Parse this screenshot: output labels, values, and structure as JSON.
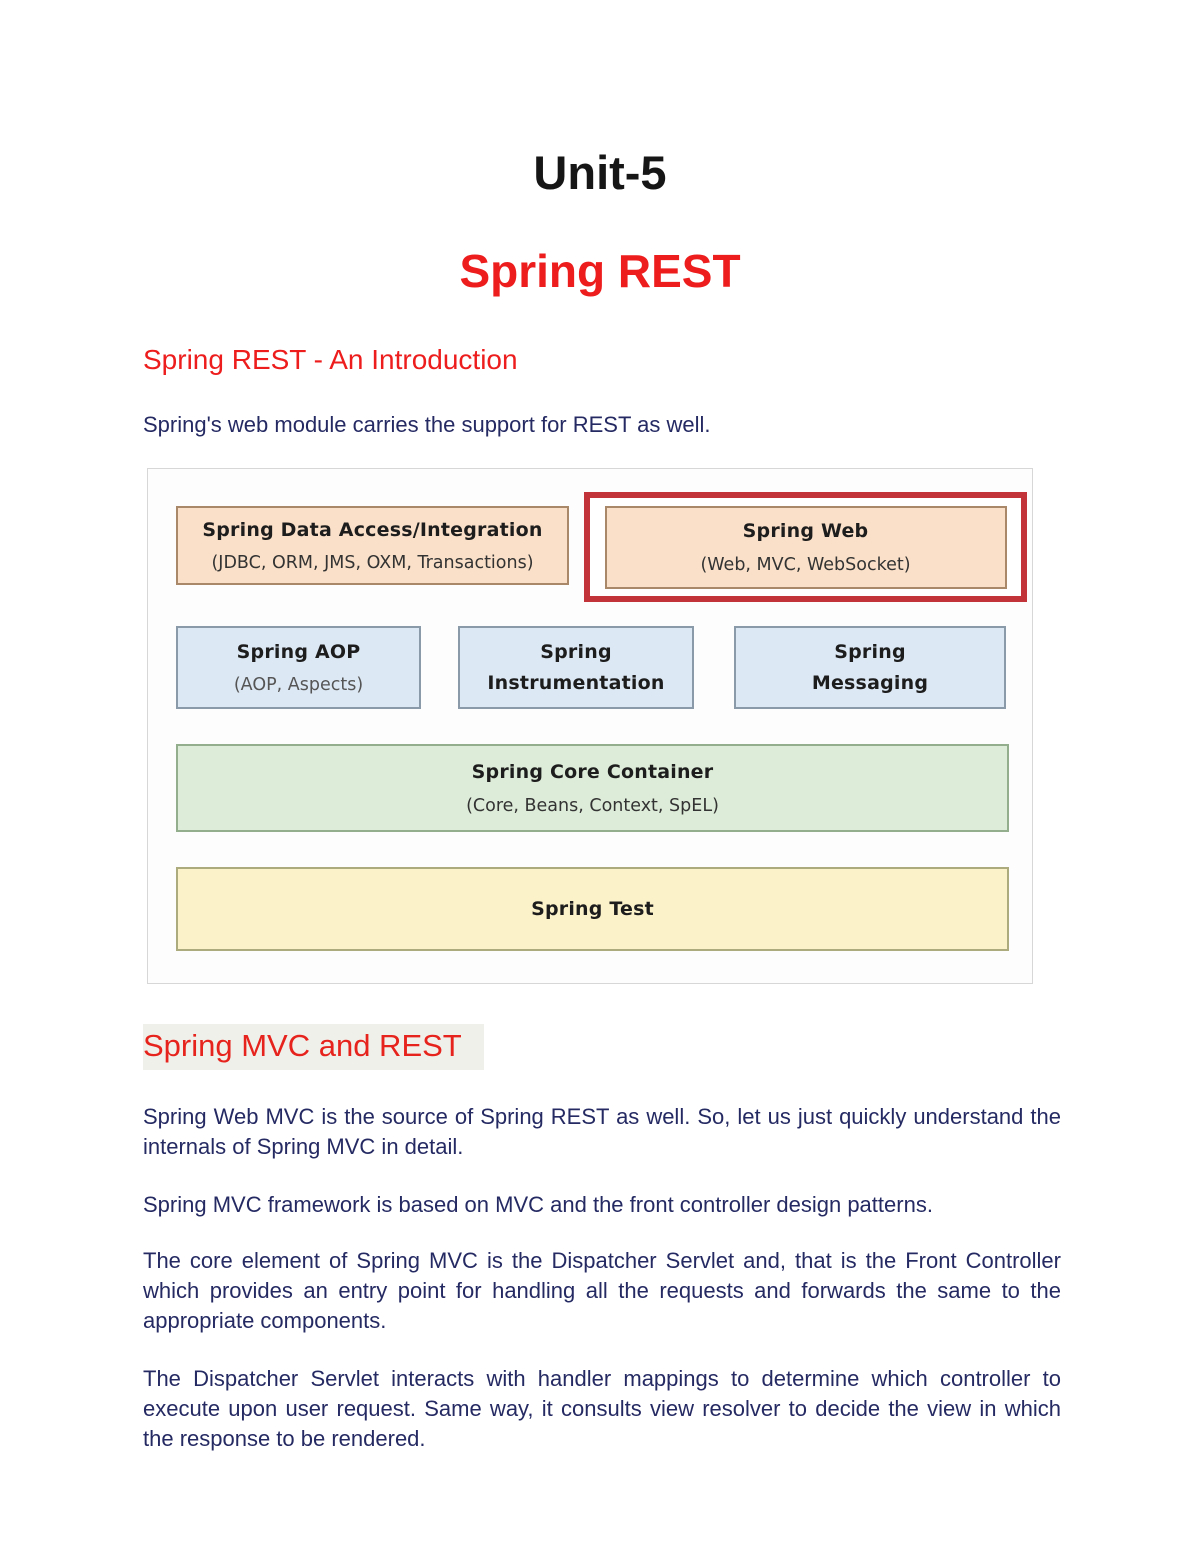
{
  "unit_title": "Unit-5",
  "main_title": "Spring REST",
  "intro_section": {
    "heading": "Spring REST - An Introduction",
    "paragraph": "Spring's web module carries the support for REST as well."
  },
  "diagram": {
    "data_access": {
      "title": "Spring Data Access/Integration",
      "subtitle": "(JDBC, ORM, JMS, OXM, Transactions)"
    },
    "web": {
      "title": "Spring Web",
      "subtitle": "(Web, MVC, WebSocket)"
    },
    "aop": {
      "title": "Spring AOP",
      "subtitle": "(AOP, Aspects)"
    },
    "instrumentation": {
      "line1": "Spring",
      "line2": "Instrumentation"
    },
    "messaging": {
      "line1": "Spring",
      "line2": "Messaging"
    },
    "core": {
      "title": "Spring Core Container",
      "subtitle": "(Core, Beans, Context, SpEL)"
    },
    "test": {
      "title": "Spring Test"
    }
  },
  "mvc_section": {
    "heading": "Spring MVC and REST",
    "paragraphs": [
      "Spring Web MVC is the source of Spring REST as well. So, let us just quickly understand the internals of Spring MVC in detail.",
      "Spring MVC framework is based on MVC and the front controller design patterns.",
      "The core element of Spring MVC is the Dispatcher Servlet and, that is the Front Controller which provides an entry point for handling all the requests and forwards the same to the appropriate components.",
      "The Dispatcher Servlet interacts with handler mappings to determine which controller to execute upon user request. Same way, it consults view resolver to decide the view in which the response to be rendered."
    ]
  },
  "colors": {
    "heading_red": "#ed1d1d",
    "body_navy": "#252a63",
    "peach_fill": "#fae0c8",
    "peach_border": "#a9886a",
    "highlight_red_border": "#c13338",
    "blue_fill": "#dce8f4",
    "blue_border": "#8b9aa8",
    "green_fill": "#ddecd8",
    "green_border": "#93ae8c",
    "yellow_fill": "#fcf2ca",
    "yellow_border": "#abab7e",
    "mvc_heading_highlight": "#f0f0ea"
  }
}
